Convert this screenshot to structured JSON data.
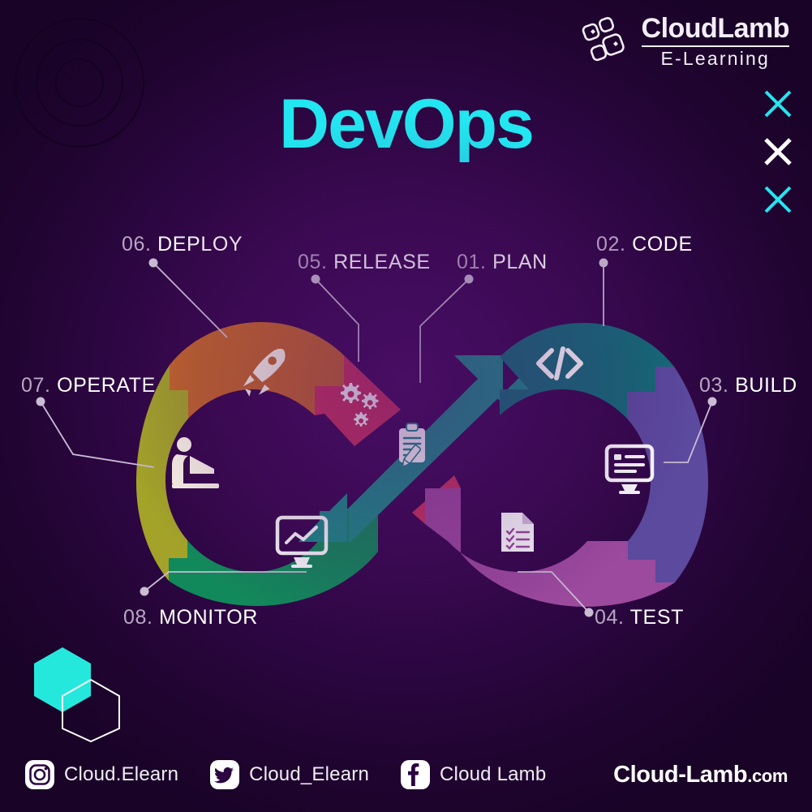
{
  "brand": {
    "logo_name": "CloudLamb",
    "logo_sub": "E-Learning",
    "logo_mark_icon": "cloudlamb-diamond-logo-icon"
  },
  "title": "DevOps",
  "decor": {
    "rings_icon": "concentric-circles-decoration",
    "hexagon_icon": "hexagon-decoration",
    "x_marks": [
      {
        "name": "x-mark-cyan-top",
        "color": "#22e6f0"
      },
      {
        "name": "x-mark-white",
        "color": "#ffffff"
      },
      {
        "name": "x-mark-cyan-bottom",
        "color": "#22e6f0"
      }
    ]
  },
  "colors": {
    "background": "#37084d",
    "accent_cyan": "#22e6f0",
    "label_number": "#b9a7c4",
    "label_name": "#ffffff",
    "connector": "#c9bcd4"
  },
  "stages": [
    {
      "num": "01.",
      "name": "PLAN",
      "color": "#1b8c87",
      "icon": "clipboard-pencil-icon"
    },
    {
      "num": "02.",
      "name": "CODE",
      "color": "#136b77",
      "icon": "code-brackets-icon"
    },
    {
      "num": "03.",
      "name": "BUILD",
      "color": "#5b4a9e",
      "icon": "monitor-code-icon"
    },
    {
      "num": "04.",
      "name": "TEST",
      "color": "#9c4a9e",
      "icon": "checklist-document-icon"
    },
    {
      "num": "05.",
      "name": "RELEASE",
      "color": "#c8345e",
      "icon": "gears-icon"
    },
    {
      "num": "06.",
      "name": "DEPLOY",
      "color": "#c4662a",
      "icon": "rocket-icon"
    },
    {
      "num": "07.",
      "name": "OPERATE",
      "color": "#a3a329",
      "icon": "person-laptop-icon"
    },
    {
      "num": "08.",
      "name": "MONITOR",
      "color": "#12895b",
      "icon": "monitor-chart-icon"
    }
  ],
  "footer": {
    "socials": [
      {
        "platform": "instagram",
        "icon": "instagram-icon",
        "handle": "Cloud.Elearn"
      },
      {
        "platform": "twitter",
        "icon": "twitter-icon",
        "handle": "Cloud_Elearn"
      },
      {
        "platform": "facebook",
        "icon": "facebook-icon",
        "handle": "Cloud Lamb"
      }
    ],
    "website_name": "Cloud-Lamb",
    "website_tld": ".com"
  }
}
